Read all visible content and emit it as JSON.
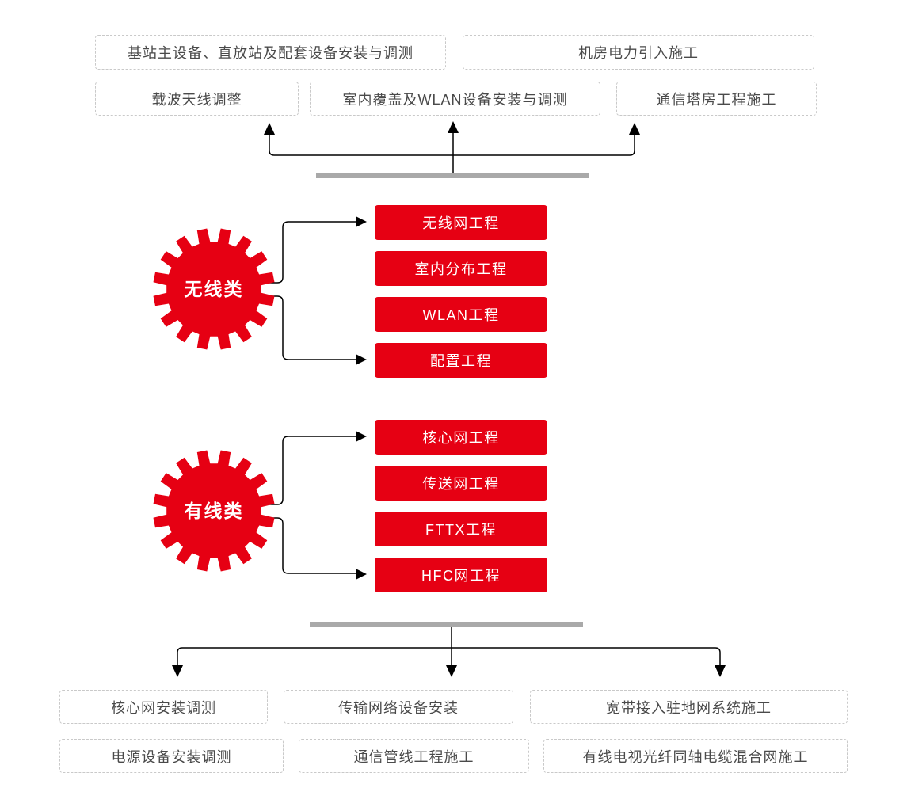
{
  "colors": {
    "accent_red": "#e60013",
    "bar_gray": "#a9a9a9",
    "box_border": "#c9c9c9",
    "box_text": "#4a4a4a",
    "line": "#000000"
  },
  "top": {
    "row1": [
      "基站主设备、直放站及配套设备安装与调测",
      "机房电力引入施工"
    ],
    "row2": [
      "载波天线调整",
      "室内覆盖及WLAN设备安装与调测",
      "通信塔房工程施工"
    ]
  },
  "wireless": {
    "label": "无线类",
    "items": [
      "无线网工程",
      "室内分布工程",
      "WLAN工程",
      "配置工程"
    ]
  },
  "wired": {
    "label": "有线类",
    "items": [
      "核心网工程",
      "传送网工程",
      "FTTX工程",
      "HFC网工程"
    ]
  },
  "bottom": {
    "row1": [
      "核心网安装调测",
      "传输网络设备安装",
      "宽带接入驻地网系统施工"
    ],
    "row2": [
      "电源设备安装调测",
      "通信管线工程施工",
      "有线电视光纤同轴电缆混合网施工"
    ]
  }
}
